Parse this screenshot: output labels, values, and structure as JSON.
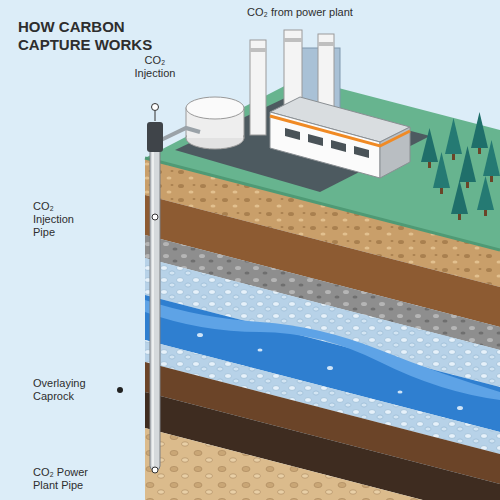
{
  "diagram": {
    "title": "HOW CARBON CAPTURE WORKS",
    "labels": [
      "CO₂ from power plant",
      "CO₂ Injection",
      "CO₂ Injection Pipe",
      "Overlaying Caprock",
      "CO₂ Power Plant Pipe"
    ]
  }
}
